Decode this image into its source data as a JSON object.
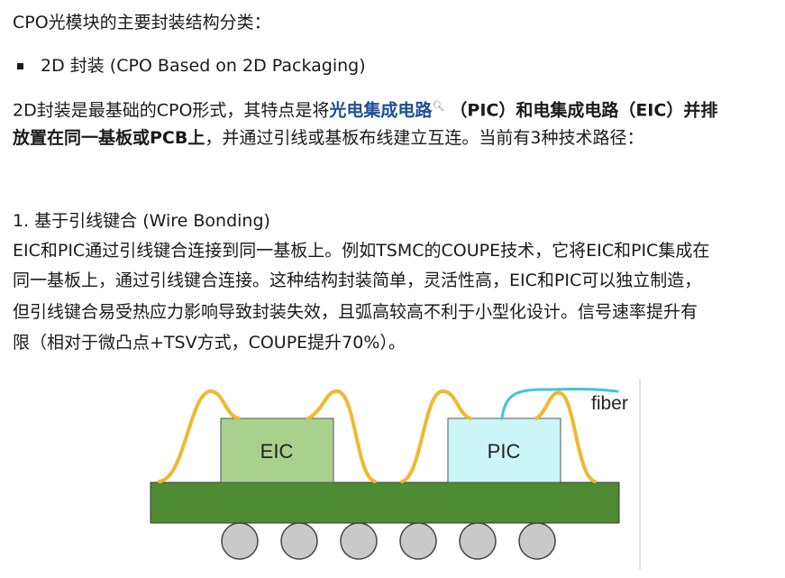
{
  "heading": "CPO光模块的主要封装结构分类：",
  "bullet": {
    "label": "2D 封装 (CPO Based on 2D Packaging)"
  },
  "intro": {
    "part1": "2D封装是最基础的CPO形式，其特点是将",
    "link": "光电集成电路",
    "part2_bold": "（PIC）和电集成电路（EIC）并排",
    "line2_bold": "放置在同一基板或PCB上",
    "line2_rest": "，并通过引线或基板布线建立互连。当前有3种技术路径："
  },
  "section1": {
    "title": "1. 基于引线键合 (Wire Bonding)",
    "lines": [
      "EIC和PIC通过引线键合连接到同一基板上。例如TSMC的COUPE技术，它将EIC和PIC集成在",
      "同一基板上，通过引线键合连接。这种结构封装简单，灵活性高，EIC和PIC可以独立制造，",
      "但引线键合易受热应力影响导致封装失效，且弧高较高不利于小型化设计。信号速率提升有",
      "限（相对于微凸点+TSV方式，COUPE提升70%）。"
    ]
  },
  "diagram": {
    "eic_label": "EIC",
    "pic_label": "PIC",
    "fiber_label": "fiber",
    "colors": {
      "substrate": "#4e8b32",
      "eic": "#a9d18e",
      "pic": "#ccf5f8",
      "wire": "#f0b830",
      "fiber": "#3ec6d9",
      "ball": "#c9c9c9"
    }
  }
}
